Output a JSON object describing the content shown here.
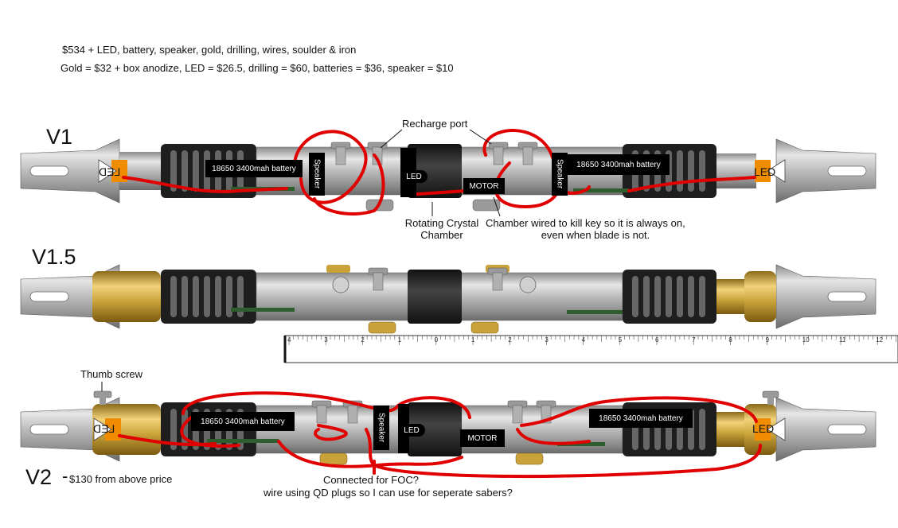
{
  "notes": {
    "line1": "$534 + LED, battery, speaker, gold, drilling, wires, soulder & iron",
    "line2": "Gold = $32 + box anodize,  LED = $26.5,  drilling = $60, batteries = $36, speaker = $10"
  },
  "versions": {
    "v1": "V1",
    "v15": "V1.5",
    "v2": "V2",
    "v2_dash": "-",
    "v2_price": "$130 from above price"
  },
  "v1": {
    "battery_left": "18650 3400mah  battery",
    "battery_right": "18650 3400mah  battery",
    "speaker_left": "Speaker",
    "speaker_right": "Speaker",
    "led_center": "LED",
    "motor": "MOTOR",
    "led_left": "LED",
    "led_right": "LED",
    "recharge": "Recharge port",
    "chamber_l1": "Rotating Crystal",
    "chamber_l2": "Chamber",
    "kill_l1": "Chamber wired to kill key so it is always on,",
    "kill_l2": "even when blade is not."
  },
  "v2": {
    "battery_left": "18650 3400mah  battery",
    "battery_right": "18650 3400mah  battery",
    "speaker": "Speaker",
    "led_center": "LED",
    "motor": "MOTOR",
    "led_left": "LED",
    "led_right": "LED",
    "thumb": "Thumb screw",
    "foc1": "Connected for FOC?",
    "foc2": "wire using QD plugs so I can use for seperate sabers?"
  },
  "ruler": {
    "labels": [
      "4",
      "3",
      "2",
      "1",
      "0",
      "1",
      "2",
      "3",
      "4",
      "5",
      "6",
      "7",
      "8",
      "9",
      "10",
      "11",
      "12"
    ]
  },
  "colors": {
    "wire": "#e00000",
    "gold": "#c9a23a",
    "steel": "#b8b8b8",
    "grip": "#1e1e1e",
    "led_orange": "#f08c00"
  }
}
